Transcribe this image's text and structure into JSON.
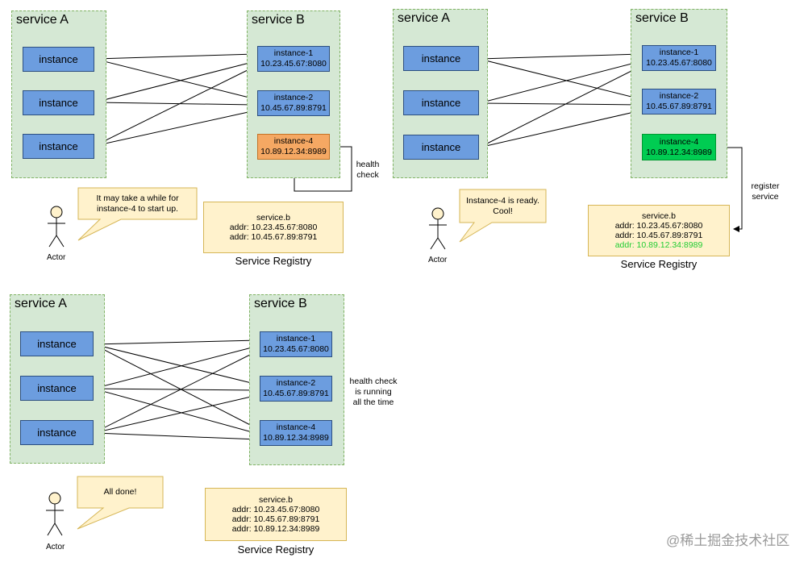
{
  "panels": [
    {
      "service_a": "service A",
      "service_b": "service B",
      "instances_a": [
        "instance",
        "instance",
        "instance"
      ],
      "instances_b": [
        {
          "name": "instance-1",
          "addr": "10.23.45.67:8080"
        },
        {
          "name": "instance-2",
          "addr": "10.45.67.89:8791"
        },
        {
          "name": "instance-4",
          "addr": "10.89.12.34:8989"
        }
      ],
      "side_note": "health\ncheck",
      "bubble": "It may take a while for\ninstance-4 to start up.",
      "actor": "Actor",
      "registry_name": "service.b",
      "registry_lines": [
        "addr: 10.23.45.67:8080",
        "addr: 10.45.67.89:8791"
      ],
      "registry_label": "Service Registry"
    },
    {
      "service_a": "service A",
      "service_b": "service B",
      "instances_a": [
        "instance",
        "instance",
        "instance"
      ],
      "instances_b": [
        {
          "name": "instance-1",
          "addr": "10.23.45.67:8080"
        },
        {
          "name": "instance-2",
          "addr": "10.45.67.89:8791"
        },
        {
          "name": "instance-4",
          "addr": "10.89.12.34:8989"
        }
      ],
      "side_note": "register\nservice",
      "bubble": "Instance-4 is ready.\nCool!",
      "actor": "Actor",
      "registry_name": "service.b",
      "registry_lines": [
        "addr: 10.23.45.67:8080",
        "addr: 10.45.67.89:8791",
        "addr: 10.89.12.34:8989"
      ],
      "registry_label": "Service Registry"
    },
    {
      "service_a": "service A",
      "service_b": "service B",
      "instances_a": [
        "instance",
        "instance",
        "instance"
      ],
      "instances_b": [
        {
          "name": "instance-1",
          "addr": "10.23.45.67:8080"
        },
        {
          "name": "instance-2",
          "addr": "10.45.67.89:8791"
        },
        {
          "name": "instance-4",
          "addr": "10.89.12.34:8989"
        }
      ],
      "side_note": "health check\nis running\nall the time",
      "bubble": "All done!",
      "actor": "Actor",
      "registry_name": "service.b",
      "registry_lines": [
        "addr: 10.23.45.67:8080",
        "addr: 10.45.67.89:8791",
        "addr: 10.89.12.34:8989"
      ],
      "registry_label": "Service Registry"
    }
  ],
  "colors": {
    "service_bg": "#d5e8d4",
    "instance": "#6c9ddf",
    "starting": "#f5a863",
    "ready": "#00cc52",
    "registry": "#fff2cc",
    "new_entry_text": "#22cc33"
  },
  "watermark": "@稀土掘金技术社区"
}
